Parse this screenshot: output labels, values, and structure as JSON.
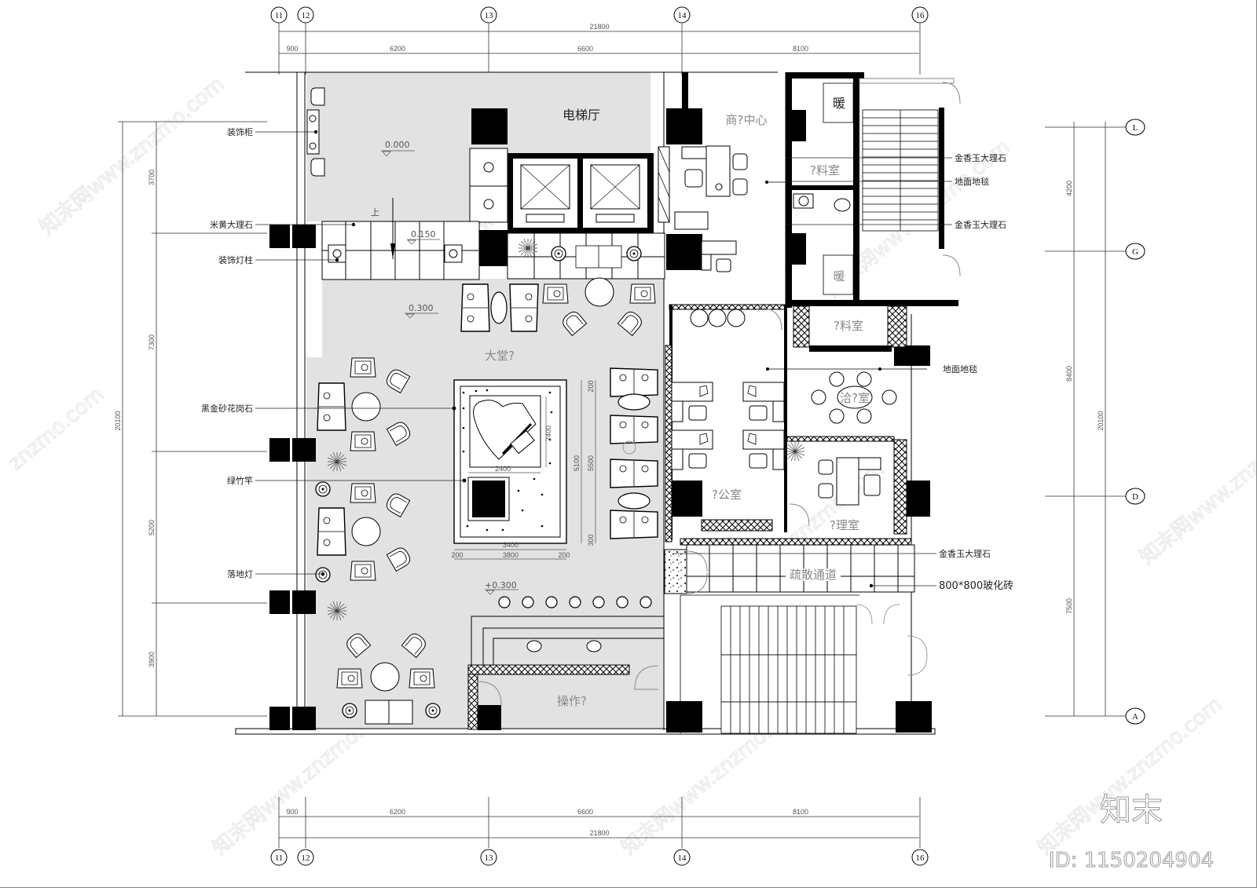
{
  "drawing": {
    "type": "Lobby floor plan (CAD)",
    "axes": {
      "columns": [
        "11",
        "12",
        "13",
        "14",
        "16"
      ],
      "rows": [
        "L",
        "G",
        "D",
        "A"
      ]
    },
    "dimensions": {
      "top_total": "21800",
      "top_segments": [
        "900",
        "6200",
        "6600",
        "8100"
      ],
      "bottom_total": "21800",
      "bottom_segments": [
        "900",
        "6200",
        "6600",
        "8100"
      ],
      "left_total": "20100",
      "left_segments": [
        "3700",
        "7300",
        "5200",
        "3900"
      ],
      "right_total": "20100",
      "right_segments": [
        "4200",
        "8400",
        "7500"
      ],
      "piano_platform": {
        "inner_width": "3400",
        "outer_width": "3800",
        "side_left": "200",
        "side_right": "200",
        "inner_height": "5100",
        "outer_height": "5500",
        "top_margin": "200",
        "bottom_margin": "300",
        "piano_area_w": "2400",
        "piano_area_h": "2400"
      }
    },
    "rooms": {
      "elevator_hall": "电梯厅",
      "business_center": "商?中心",
      "storage_1": "?料室",
      "storage_2": "?料室",
      "warm_1": "暖",
      "warm_2": "暖",
      "lobby": "大堂?",
      "office": "?公室",
      "meeting": "洽?室",
      "manager": "?理室",
      "evacuation": "疏散通道",
      "operation": "操作?"
    },
    "levels": {
      "elevator_hall": "0.000",
      "steps": "0.150",
      "lobby_top": "0.300",
      "lobby_bottom": "+0.300",
      "up_mark": "上"
    },
    "annotations_left": [
      "装饰柜",
      "米黄大理石",
      "装饰灯柱",
      "黑金砂花岗石",
      "绿竹竿",
      "落地灯"
    ],
    "annotations_right": [
      "金香玉大理石",
      "地面地毯",
      "金香玉大理石",
      "地面地毯",
      "金香玉大理石",
      "800*800玻化砖"
    ]
  },
  "watermark": {
    "brand": "知末",
    "id_text": "ID: 1150204904",
    "url_text": "www.znzmo.com"
  },
  "colors": {
    "floor_gray": "#e2e2e2",
    "wall_black": "#000000",
    "line": "#222222",
    "dim_text": "#555555"
  }
}
